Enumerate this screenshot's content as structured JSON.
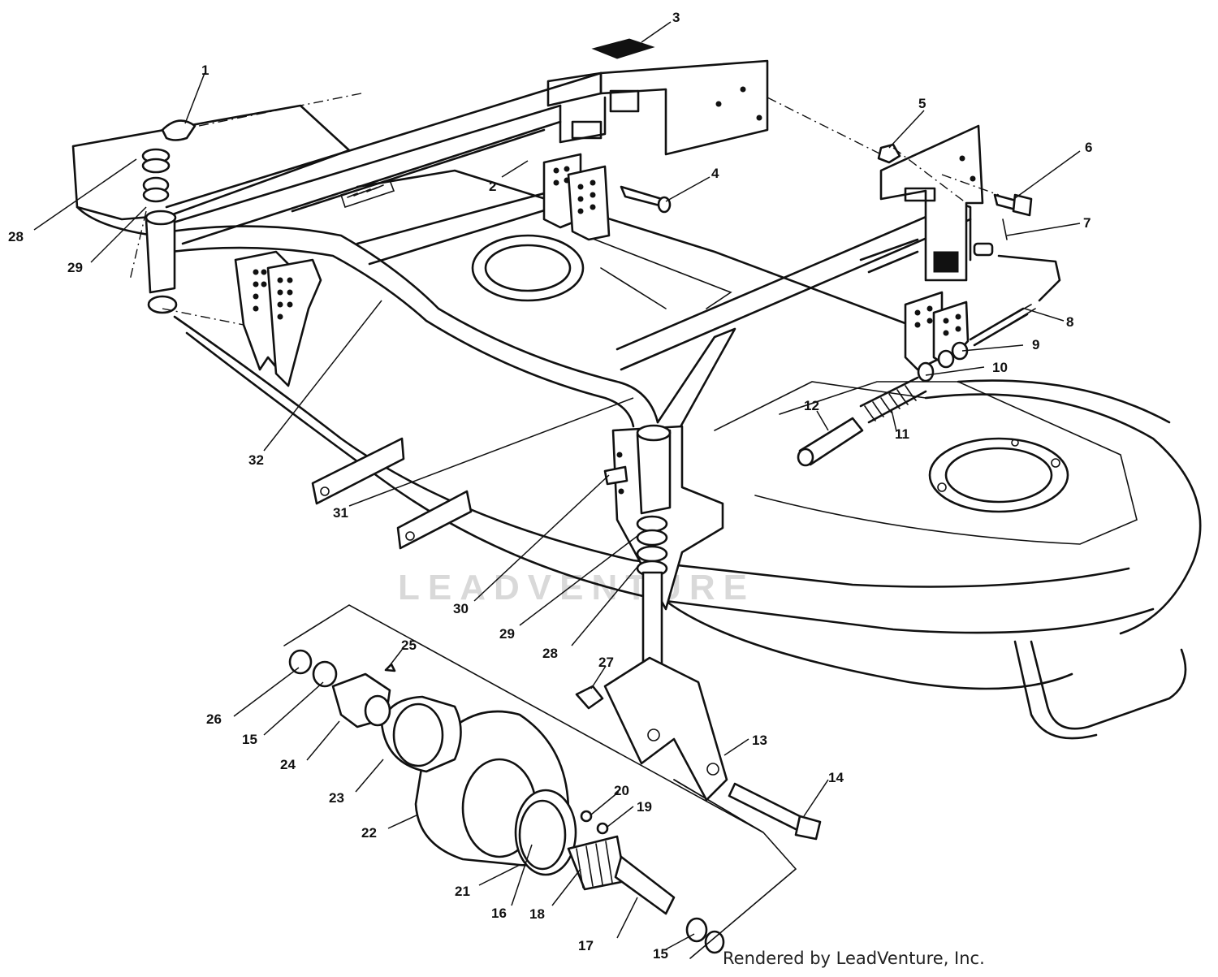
{
  "diagram": {
    "watermark": "LEADVENTURE",
    "credit": "Rendered by LeadVenture, Inc.",
    "callouts": [
      {
        "id": "c1",
        "text": "1"
      },
      {
        "id": "c2",
        "text": "2"
      },
      {
        "id": "c3",
        "text": "3"
      },
      {
        "id": "c4",
        "text": "4"
      },
      {
        "id": "c5",
        "text": "5"
      },
      {
        "id": "c6",
        "text": "6"
      },
      {
        "id": "c7",
        "text": "7"
      },
      {
        "id": "c8",
        "text": "8"
      },
      {
        "id": "c9",
        "text": "9"
      },
      {
        "id": "c10",
        "text": "10"
      },
      {
        "id": "c11",
        "text": "11"
      },
      {
        "id": "c12",
        "text": "12"
      },
      {
        "id": "c13",
        "text": "13"
      },
      {
        "id": "c14",
        "text": "14"
      },
      {
        "id": "c15a",
        "text": "15"
      },
      {
        "id": "c15b",
        "text": "15"
      },
      {
        "id": "c16",
        "text": "16"
      },
      {
        "id": "c17",
        "text": "17"
      },
      {
        "id": "c18",
        "text": "18"
      },
      {
        "id": "c19",
        "text": "19"
      },
      {
        "id": "c20",
        "text": "20"
      },
      {
        "id": "c21",
        "text": "21"
      },
      {
        "id": "c22",
        "text": "22"
      },
      {
        "id": "c23",
        "text": "23"
      },
      {
        "id": "c24",
        "text": "24"
      },
      {
        "id": "c25",
        "text": "25"
      },
      {
        "id": "c26",
        "text": "26"
      },
      {
        "id": "c27",
        "text": "27"
      },
      {
        "id": "c28a",
        "text": "28"
      },
      {
        "id": "c28b",
        "text": "28"
      },
      {
        "id": "c29a",
        "text": "29"
      },
      {
        "id": "c29b",
        "text": "29"
      },
      {
        "id": "c30",
        "text": "30"
      },
      {
        "id": "c31",
        "text": "31"
      },
      {
        "id": "c32",
        "text": "32"
      }
    ]
  }
}
